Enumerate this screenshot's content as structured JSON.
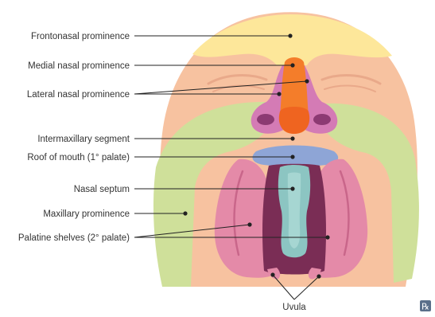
{
  "labels": {
    "frontonasal": "Frontonasal prominence",
    "medial_nasal": "Medial nasal prominence",
    "lateral_nasal": "Lateral nasal prominence",
    "intermaxillary": "Intermaxillary segment",
    "roof_of_mouth": "Roof of mouth (1° palate)",
    "nasal_septum": "Nasal septum",
    "maxillary": "Maxillary prominence",
    "palatine_shelves": "Palatine shelves (2° palate)",
    "uvula": "Uvula"
  },
  "logo": {
    "text": "℞"
  },
  "colors": {
    "skin": "#f7c2a0",
    "frontonasal": "#fde79a",
    "maxillary": "#cfe09a",
    "nasal": "#d47bb5",
    "intermaxillary": "#f47d2a",
    "primary_palate": "#8ea5d6",
    "palatine_shelf": "#e48aa8",
    "mouth_cavity": "#7a2d55",
    "septum": "#8cc5c2"
  }
}
